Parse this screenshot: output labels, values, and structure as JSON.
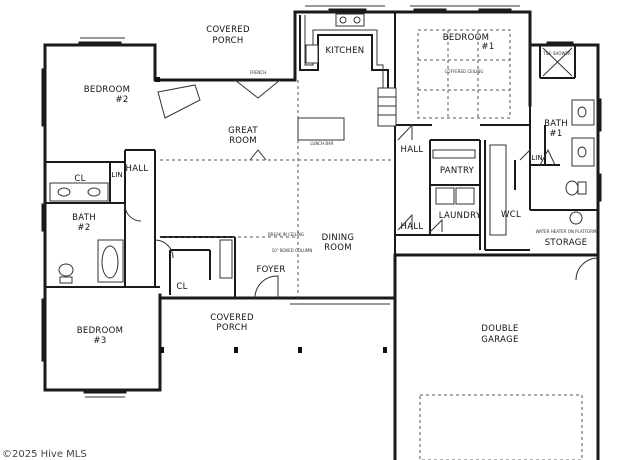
{
  "rooms": {
    "covered_porch_rear": {
      "name": "COVERED",
      "name2": "PORCH"
    },
    "kitchen": {
      "name": "KITCHEN"
    },
    "bedroom_1": {
      "name": "BEDROOM",
      "number": "#1"
    },
    "bedroom_2": {
      "name": "BEDROOM",
      "number": "#2"
    },
    "bedroom_3": {
      "name": "BEDROOM",
      "number": "#3"
    },
    "great_room": {
      "name": "GREAT",
      "name2": "ROOM"
    },
    "hall_left": {
      "name": "HALL"
    },
    "hall_center": {
      "name": "HALL"
    },
    "hall_lower": {
      "name": "HALL"
    },
    "cl_left": {
      "name": "CL"
    },
    "cl_foyer": {
      "name": "CL"
    },
    "lin_left": {
      "name": "LIN"
    },
    "lin_right": {
      "name": "LIN"
    },
    "bath_2": {
      "name": "BATH",
      "number": "#2"
    },
    "bath_1": {
      "name": "BATH",
      "number": "#1"
    },
    "pantry": {
      "name": "PANTRY"
    },
    "laundry": {
      "name": "LAUNDRY"
    },
    "wcl": {
      "name": "WCL"
    },
    "storage": {
      "name": "STORAGE"
    },
    "dining_room": {
      "name": "DINING",
      "name2": "ROOM"
    },
    "foyer": {
      "name": "FOYER"
    },
    "covered_porch_front": {
      "name": "COVERED",
      "name2": "PORCH"
    },
    "double_garage": {
      "name": "DOUBLE",
      "name2": "GARAGE"
    }
  },
  "notes": {
    "french": "FRENCH",
    "lunch_bar": "LUNCH BAR",
    "coffered_ceiling": "COFFERED CEILING",
    "tile_shower": "TILE SHOWER",
    "water_heater": "WATER HEATER ON PLATFORM",
    "boxed_column": "10\" BOXED COLUMN",
    "break_in_ceiling": "BREAK IN CEILING"
  },
  "watermark": "©2025 Hive MLS"
}
